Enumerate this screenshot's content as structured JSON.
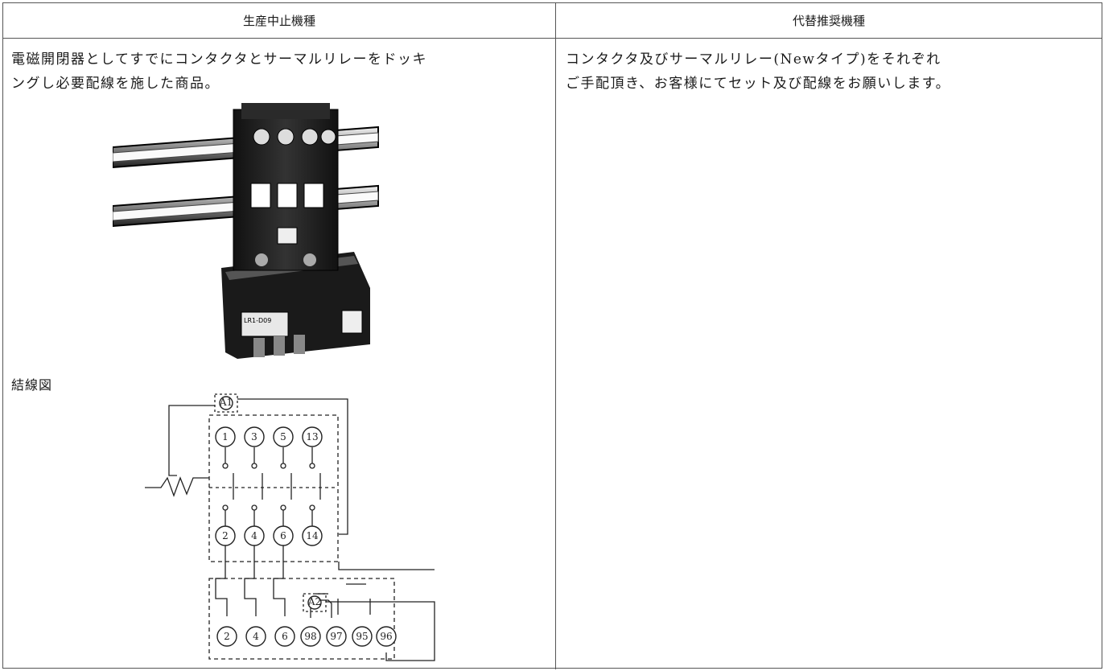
{
  "table": {
    "headers": [
      "生産中止機種",
      "代替推奨機種"
    ],
    "left": {
      "lines": [
        "電磁開閉器としてすでにコンタクタとサーマルリレーをドッキ",
        "ングし必要配線を施した商品。"
      ],
      "photo_label": "LR1-D09",
      "diagram_label": "結線図",
      "terminals_top": [
        "1",
        "3",
        "5",
        "13"
      ],
      "terminals_mid": [
        "2",
        "4",
        "6",
        "14"
      ],
      "terminals_bottom": [
        "2",
        "4",
        "6",
        "98",
        "97",
        "95",
        "96"
      ],
      "coil_marks": [
        "A1",
        "A2"
      ]
    },
    "right": {
      "lines": [
        "コンタクタ及びサーマルリレー(Newタイプ)をそれぞれ",
        "ご手配頂き、お客様にてセット及び配線をお願いします。"
      ]
    }
  }
}
